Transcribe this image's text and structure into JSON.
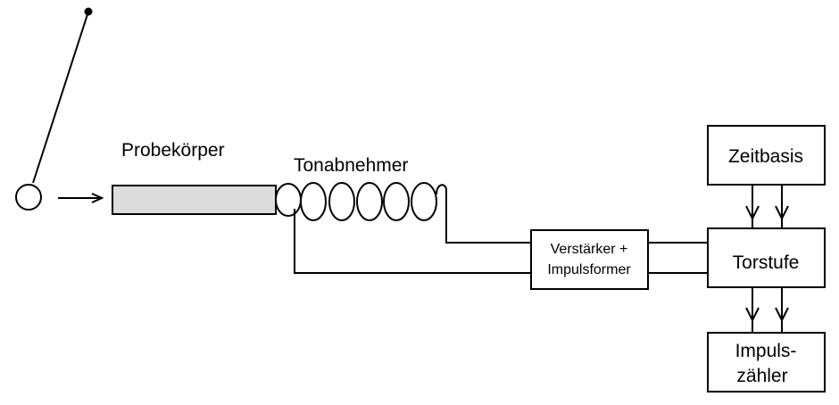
{
  "labels": {
    "specimen": "Probekörper",
    "pickup": "Tonabnehmer",
    "amplifier_line1": "Verstärker +",
    "amplifier_line2": "Impulsformer",
    "timebase": "Zeitbasis",
    "gate": "Torstufe",
    "counter_line1": "Impuls-",
    "counter_line2": "zähler"
  },
  "colors": {
    "specimen_fill": "#dcdcdc",
    "stroke": "#000000"
  }
}
